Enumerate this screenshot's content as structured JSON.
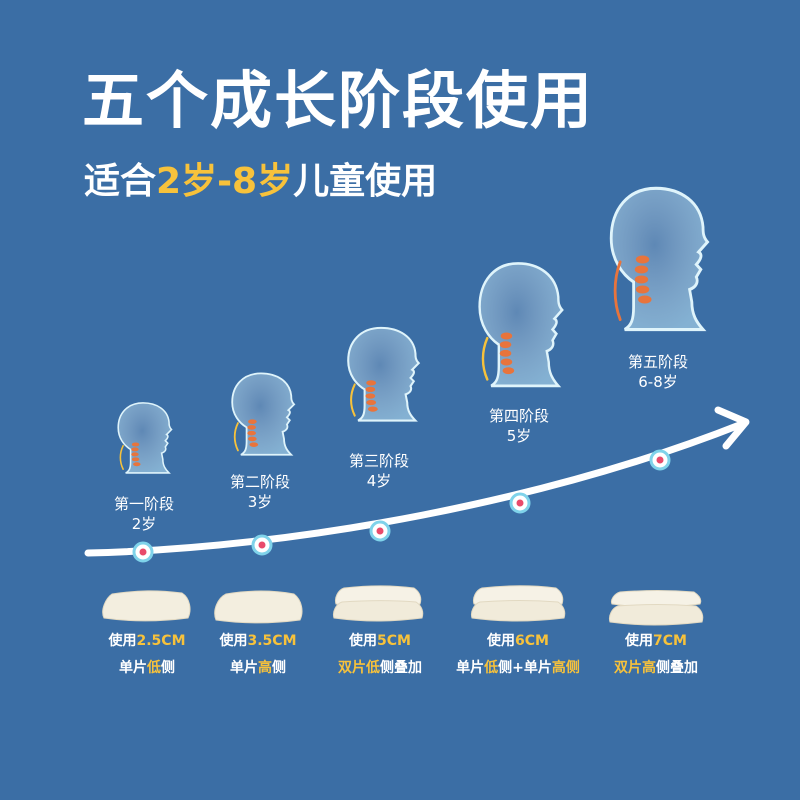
{
  "title": "五个成长阶段使用",
  "subtitle": {
    "prefix": "适合",
    "age_from": "2岁",
    "dash": "-",
    "age_to": "8岁",
    "suffix": "儿童使用"
  },
  "colors": {
    "background": "#3b6ea5",
    "text": "#ffffff",
    "highlight": "#f7c23b",
    "spine": "#e8743c",
    "marker": "#e94b6b",
    "marker_ring": "#7fd3ea"
  },
  "stages": [
    {
      "name": "第一阶段",
      "age": "2岁",
      "usage_prefix": "使用",
      "height": "2.5CM",
      "mode_a": "单片",
      "mode_b": "低",
      "mode_c": "侧",
      "mode_d": ""
    },
    {
      "name": "第二阶段",
      "age": "3岁",
      "usage_prefix": "使用",
      "height": "3.5CM",
      "mode_a": "单片",
      "mode_b": "高",
      "mode_c": "侧",
      "mode_d": ""
    },
    {
      "name": "第三阶段",
      "age": "4岁",
      "usage_prefix": "使用",
      "height": "5CM",
      "mode_a": "双片",
      "mode_b": "低",
      "mode_c": "侧",
      "mode_d": "叠加"
    },
    {
      "name": "第四阶段",
      "age": "5岁",
      "usage_prefix": "使用",
      "height": "6CM",
      "mode_a": "单片",
      "mode_b": "低",
      "mode_c": "侧+单片",
      "mode_d": "高侧"
    },
    {
      "name": "第五阶段",
      "age": "6-8岁",
      "usage_prefix": "使用",
      "height": "7CM",
      "mode_a": "双片",
      "mode_b": "高",
      "mode_c": "侧",
      "mode_d": "叠加"
    }
  ]
}
